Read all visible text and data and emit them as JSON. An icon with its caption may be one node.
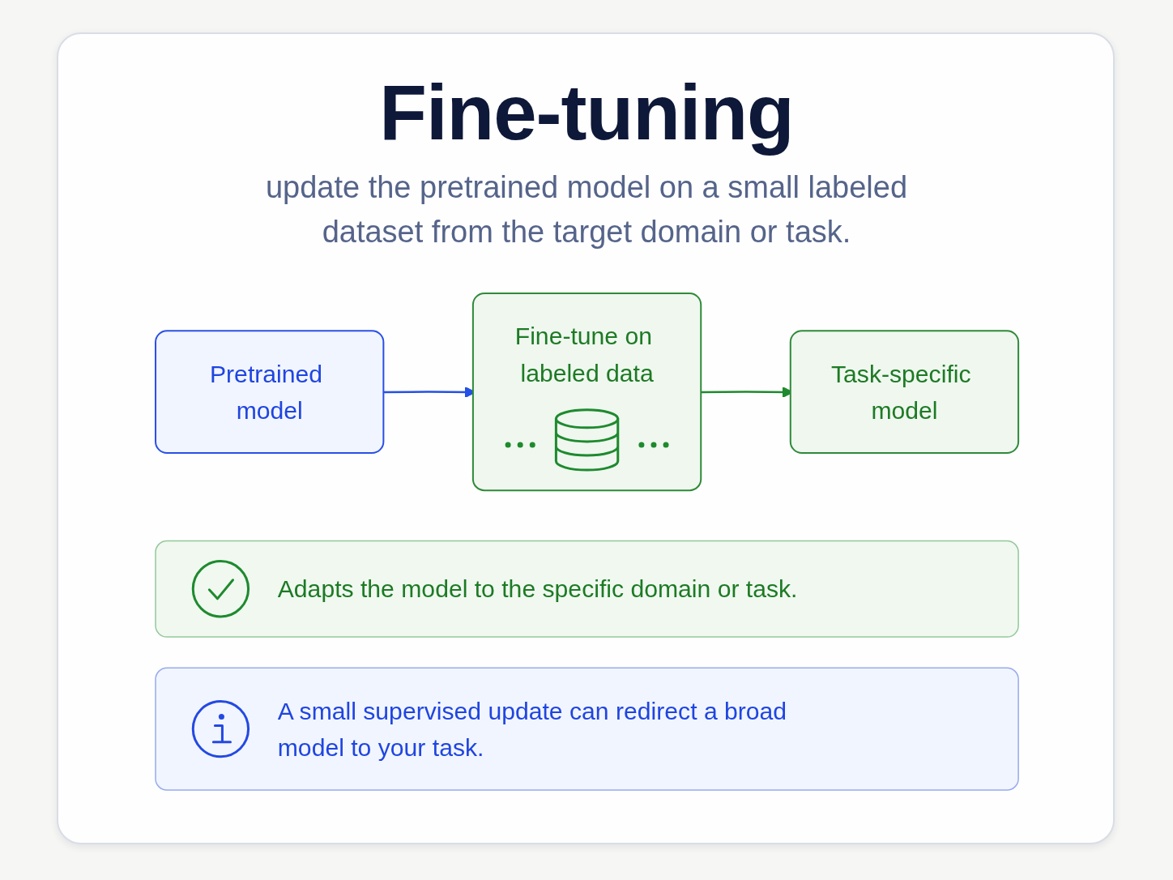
{
  "diagram": {
    "title": "Fine-tuning",
    "caption": "update the pretrained model on a small labeled dataset from the target domain or task.",
    "nodes": [
      {
        "text": [
          "Pretrained model"
        ]
      },
      {
        "text": [
          "Fine-tune on labeled data"
        ]
      },
      {
        "text": [
          "Task-specific model"
        ]
      },
      {
        "text": [
          "Adapts the model to the specific domain or task."
        ]
      },
      {
        "text": [
          "A small supervised update can redirect a broad model to your task."
        ]
      }
    ],
    "edges": [
      {
        "from": 0,
        "to": 1,
        "arrow": "to",
        "color": "#2450e6"
      },
      {
        "from": 1,
        "to": 2,
        "arrow": "to",
        "color": "#1e8a2e"
      }
    ]
  }
}
